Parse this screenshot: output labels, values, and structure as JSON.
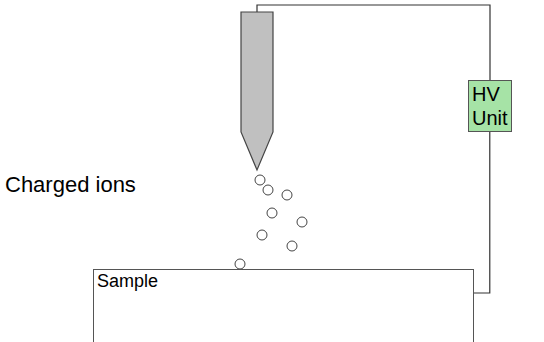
{
  "diagram": {
    "nodes": [
      {
        "text": [
          "HV Unit"
        ]
      },
      {
        "text": [
          "Sample"
        ]
      }
    ],
    "edges": [
      {
        "from": 0,
        "to": 1,
        "arrow": "none"
      }
    ],
    "labels": [
      "Charged ions"
    ]
  }
}
